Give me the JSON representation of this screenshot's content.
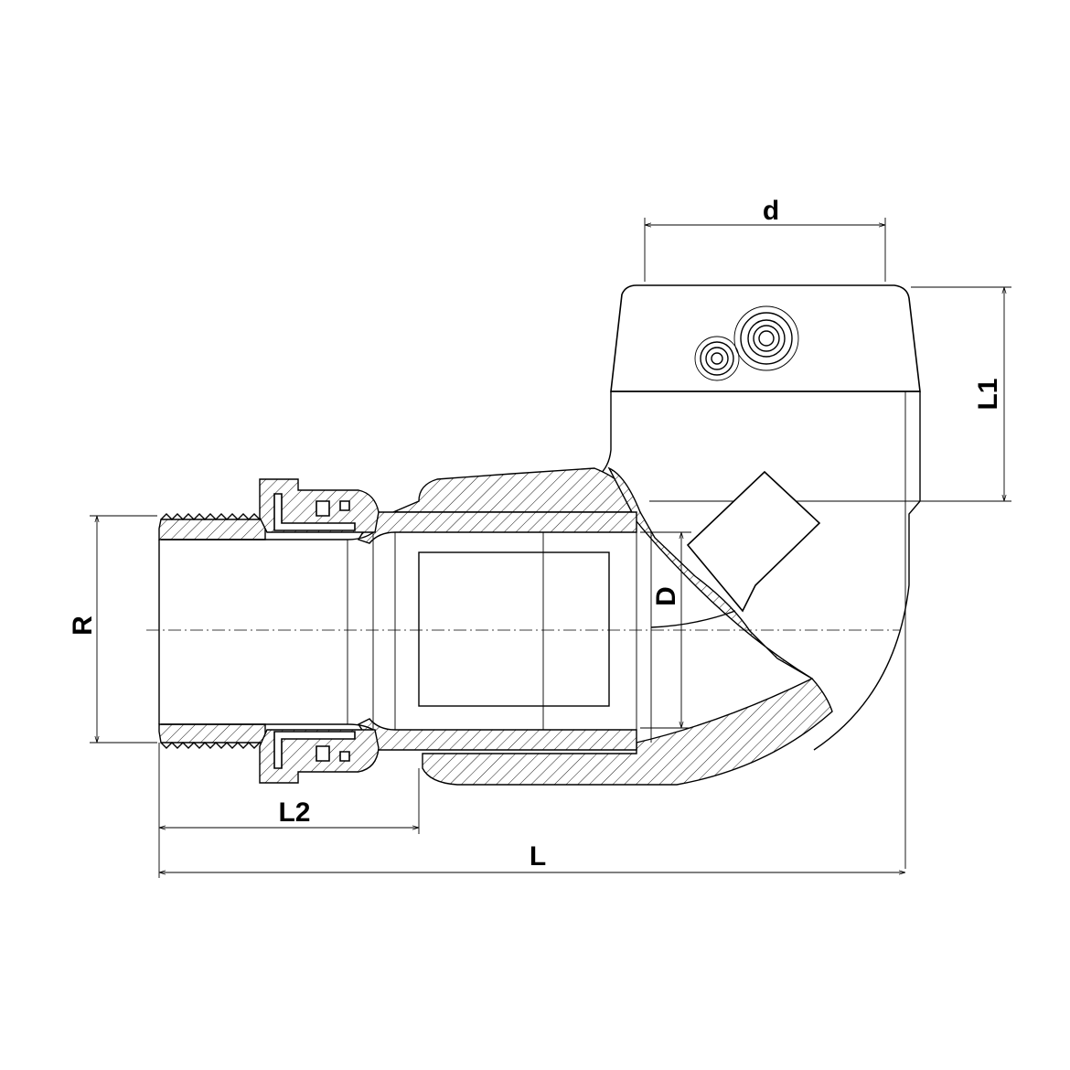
{
  "dimensions": {
    "d": "d",
    "D": "D",
    "L": "L",
    "L1": "L1",
    "L2": "L2",
    "R": "R"
  },
  "colors": {
    "line": "#000000",
    "background": "#ffffff"
  }
}
